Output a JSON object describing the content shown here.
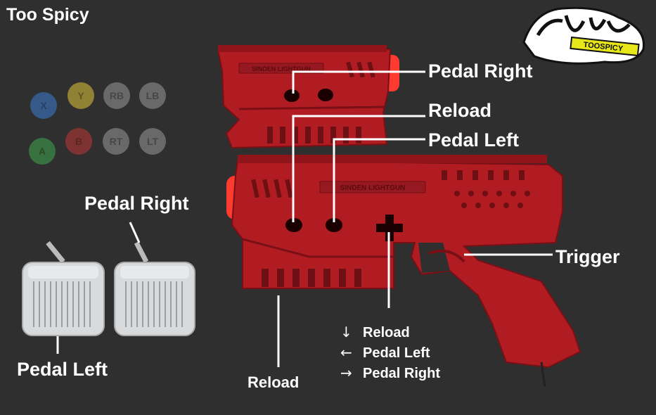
{
  "title": "Too Spicy",
  "logo": {
    "text": "TOOSPICY",
    "graffiti": "ZSPCP"
  },
  "buttons": [
    {
      "label": "X",
      "color": "#3b7ed4"
    },
    {
      "label": "Y",
      "color": "#e0c43a"
    },
    {
      "label": "RB",
      "color": "#9a9a9a"
    },
    {
      "label": "LB",
      "color": "#9a9a9a"
    },
    {
      "label": "A",
      "color": "#3fa84d"
    },
    {
      "label": "B",
      "color": "#c23636"
    },
    {
      "label": "RT",
      "color": "#9a9a9a"
    },
    {
      "label": "LT",
      "color": "#9a9a9a"
    }
  ],
  "gun_brand": "SINDEN LIGHTGUN",
  "labels": {
    "top_pedal_right": "Pedal Right",
    "top_reload": "Reload",
    "top_pedal_left": "Pedal Left",
    "trigger": "Trigger",
    "bottom_reload": "Reload",
    "pedal_right": "Pedal Right",
    "pedal_left": "Pedal Left"
  },
  "dpad_legend": [
    {
      "arrow": "↓",
      "label": "Reload"
    },
    {
      "arrow": "←",
      "label": "Pedal Left"
    },
    {
      "arrow": "→",
      "label": "Pedal Right"
    }
  ],
  "colors": {
    "gun_red": "#b01c22",
    "gun_dark": "#7a1015",
    "tip_glow": "#ff3b2f",
    "pedal": "#d9dadb"
  }
}
